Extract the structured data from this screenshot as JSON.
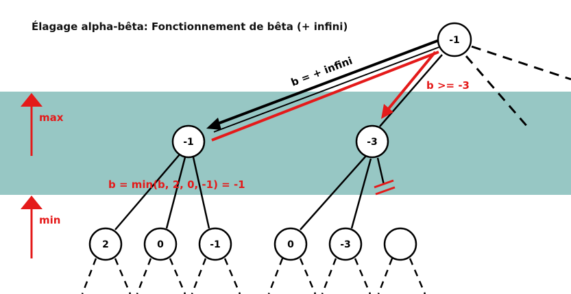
{
  "title": "Élagage alpha-bêta: Fonctionnement de bêta (+ infini)",
  "labels": {
    "max": "max",
    "min": "min",
    "b_init": "b = + infini",
    "b_update": "b >= -3",
    "b_min": "b = min(b, 2, 0, -1) = -1"
  },
  "nodes": {
    "root": "-1",
    "max_left": "-1",
    "max_right": "-3",
    "leaf_1": "2",
    "leaf_2": "0",
    "leaf_3": "-1",
    "leaf_4": "0",
    "leaf_5": "-3",
    "leaf_6": ""
  },
  "colors": {
    "band": "#97c7c4",
    "accent": "#e41a1a",
    "line": "#000000"
  }
}
